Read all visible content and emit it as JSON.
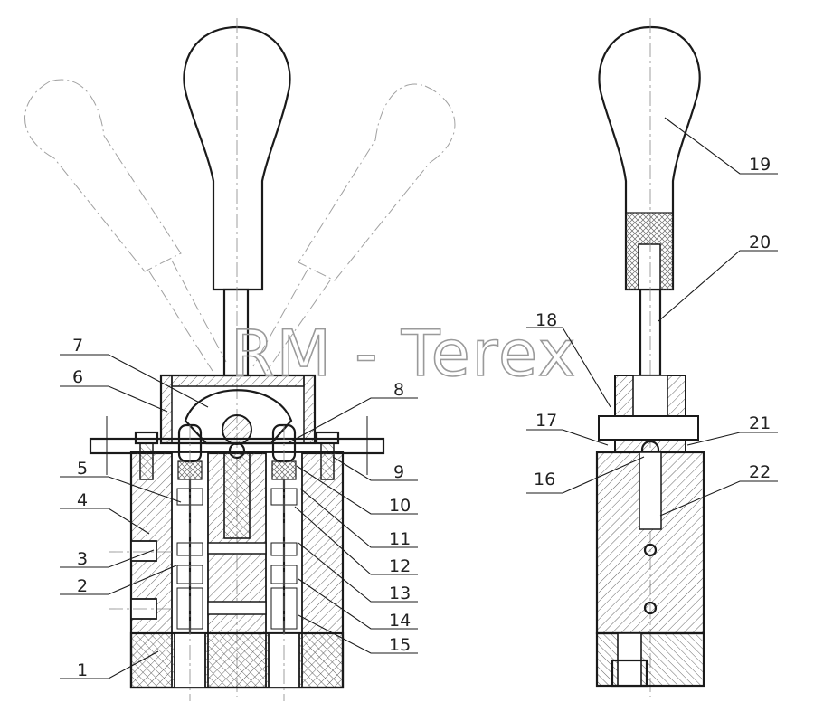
{
  "watermark": "RM - Terex",
  "callouts": {
    "c1": "1",
    "c2": "2",
    "c3": "3",
    "c4": "4",
    "c5": "5",
    "c6": "6",
    "c7": "7",
    "c8": "8",
    "c9": "9",
    "c10": "10",
    "c11": "11",
    "c12": "12",
    "c13": "13",
    "c14": "14",
    "c15": "15",
    "c16": "16",
    "c17": "17",
    "c18": "18",
    "c19": "19",
    "c20": "20",
    "c21": "21",
    "c22": "22"
  }
}
